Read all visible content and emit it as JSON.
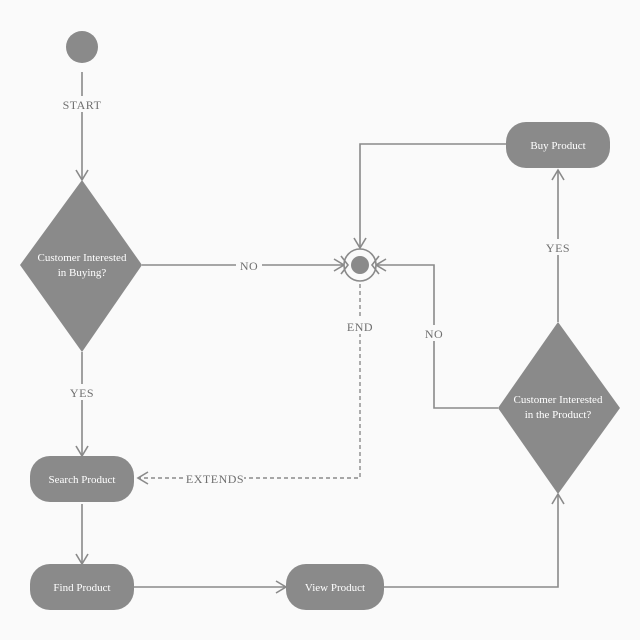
{
  "nodes": {
    "start_label": "START",
    "decision_buying": [
      "Customer Interested",
      "in Buying?"
    ],
    "end_label": "END",
    "buy_product": "Buy Product",
    "decision_product": [
      "Customer Interested",
      "in the Product?"
    ],
    "search_product": "Search Product",
    "find_product": "Find Product",
    "view_product": "View Product"
  },
  "edges": {
    "no_to_end": "NO",
    "yes_to_search": "YES",
    "yes_to_buy": "YES",
    "no_to_end_right": "NO",
    "extends": "EXTENDS"
  },
  "colors": {
    "shape": "#8a8a8a",
    "line": "#8a8a8a",
    "text_on_shape": "#ffffff",
    "edge_label": "#6f6f6f",
    "background": "#fafafa"
  }
}
